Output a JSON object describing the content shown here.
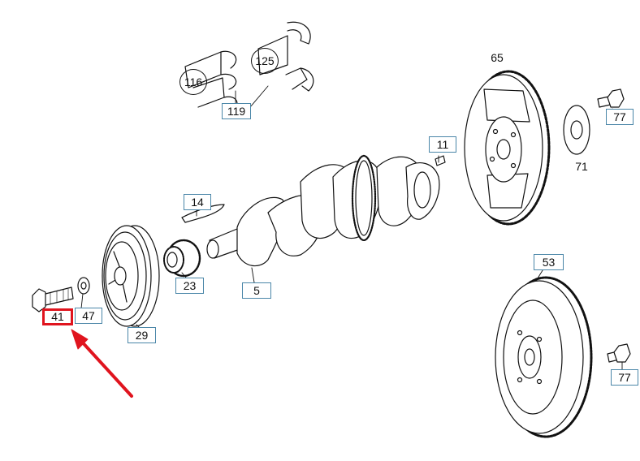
{
  "diagram": {
    "callouts": [
      {
        "id": "116",
        "label": "116"
      },
      {
        "id": "125",
        "label": "125"
      },
      {
        "id": "119",
        "label": "119"
      },
      {
        "id": "65",
        "label": "65"
      },
      {
        "id": "77a",
        "label": "77"
      },
      {
        "id": "71",
        "label": "71"
      },
      {
        "id": "11",
        "label": "11"
      },
      {
        "id": "14",
        "label": "14"
      },
      {
        "id": "23",
        "label": "23"
      },
      {
        "id": "5",
        "label": "5"
      },
      {
        "id": "53",
        "label": "53"
      },
      {
        "id": "41",
        "label": "41"
      },
      {
        "id": "47",
        "label": "47"
      },
      {
        "id": "29",
        "label": "29"
      },
      {
        "id": "77b",
        "label": "77"
      }
    ],
    "highlight_color": "#e0141e",
    "callout_border_color": "#4a86a8"
  }
}
